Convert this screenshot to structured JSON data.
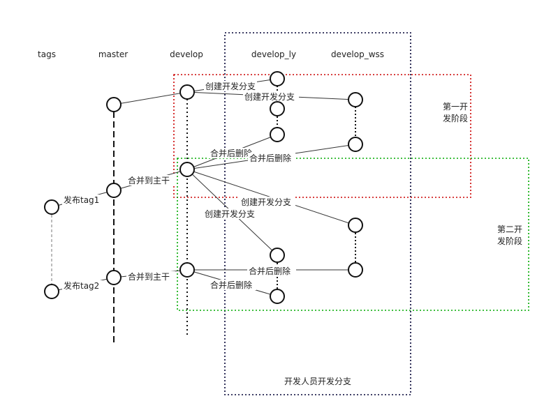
{
  "columns": {
    "tags": "tags",
    "master": "master",
    "develop": "develop",
    "develop_ly": "develop_ly",
    "develop_wss": "develop_wss"
  },
  "regions": {
    "stage1_line1": "第一开",
    "stage1_line2": "发阶段",
    "stage2_line1": "第二开",
    "stage2_line2": "发阶段",
    "dev_branches": "开发人员开发分支"
  },
  "edge_labels": {
    "create_branch_1": "创建开发分支",
    "create_branch_2": "创建开发分支",
    "merge_delete_1": "合并后删除",
    "merge_delete_2": "合并后删除",
    "merge_to_master_1": "合并到主干",
    "create_branch_3": "创建开发分支",
    "create_branch_4": "创建开发分支",
    "release_tag1": "发布tag1",
    "merge_delete_3": "合并后删除",
    "merge_to_master_2": "合并到主干",
    "release_tag2": "发布tag2",
    "merge_delete_4": "合并后删除"
  },
  "colors": {
    "stage1_border": "#cc0000",
    "stage2_border": "#00aa00",
    "dev_border": "#000033"
  }
}
